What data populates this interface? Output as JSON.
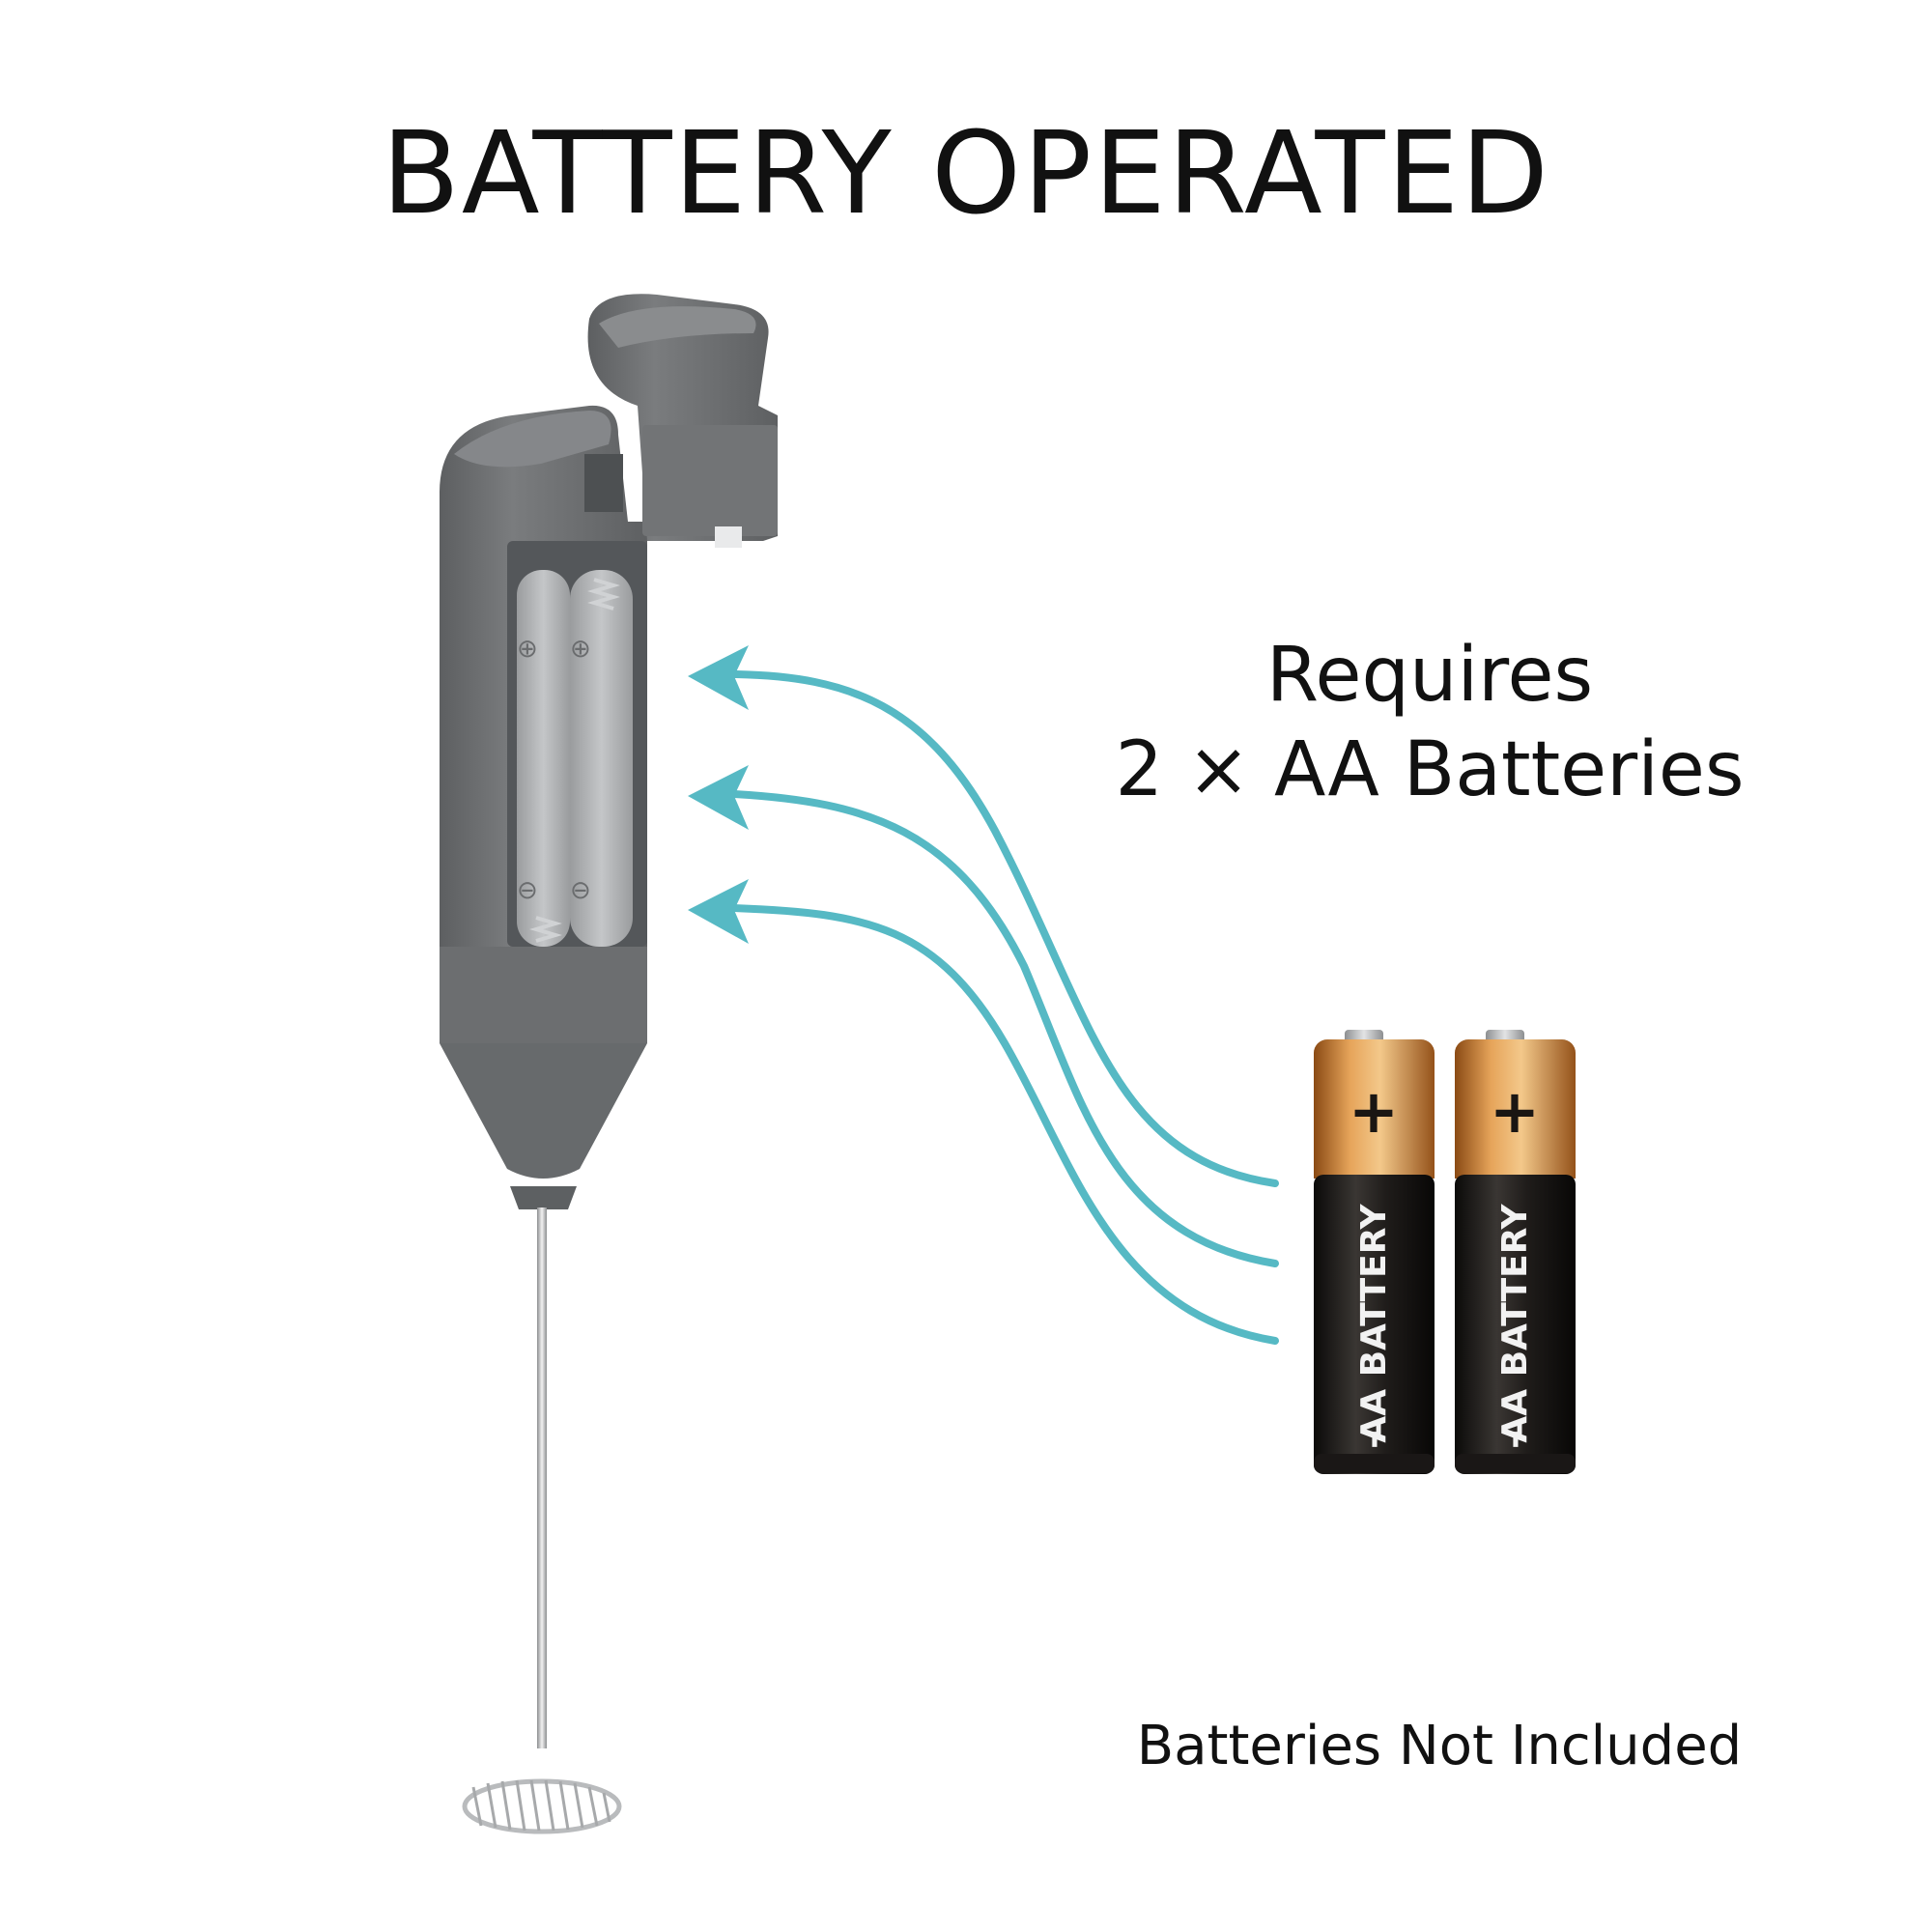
{
  "title": "BATTERY OPERATED",
  "requirement": {
    "line1": "Requires",
    "line2": "2 × AA Batteries"
  },
  "note": "Batteries Not Included",
  "battery": {
    "label": "AA BATTERY",
    "plus": "+",
    "minus": "–",
    "count": 2
  },
  "colors": {
    "arrow": "#56b9c4",
    "frother_body": "#6f7173",
    "battery_top": "#b56a24",
    "battery_bottom": "#1a1716"
  },
  "icons": [
    "milk-frother-illustration",
    "aa-battery-icon",
    "insertion-arrow-icon"
  ]
}
